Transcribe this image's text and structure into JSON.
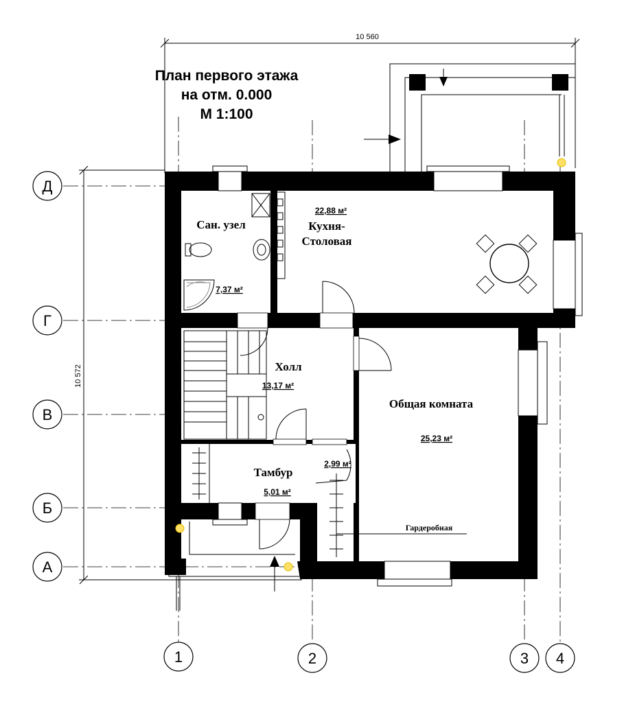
{
  "plan": {
    "title_lines": [
      "План первого этажа",
      "на отм. 0.000",
      "М 1:100"
    ],
    "overall_width": "10 560",
    "overall_height": "10 572"
  },
  "axes": {
    "horizontal": [
      "Д",
      "Г",
      "В",
      "Б",
      "А"
    ],
    "vertical": [
      "1",
      "2",
      "3",
      "4"
    ]
  },
  "rooms": {
    "bathroom": {
      "name": "Сан. узел",
      "area": "7,37 м²"
    },
    "kitchen": {
      "name_lines": [
        "Кухня-",
        "Столовая"
      ],
      "area": "22,88 м²"
    },
    "hall": {
      "name": "Холл",
      "area": "13,17 м²"
    },
    "living": {
      "name": "Общая комната",
      "area": "25,23 м²"
    },
    "vestibule": {
      "name": "Тамбур",
      "area": "5,01 м²"
    },
    "closet_area": "2,99 м²",
    "wardrobe": {
      "name": "Гардеробная"
    }
  }
}
